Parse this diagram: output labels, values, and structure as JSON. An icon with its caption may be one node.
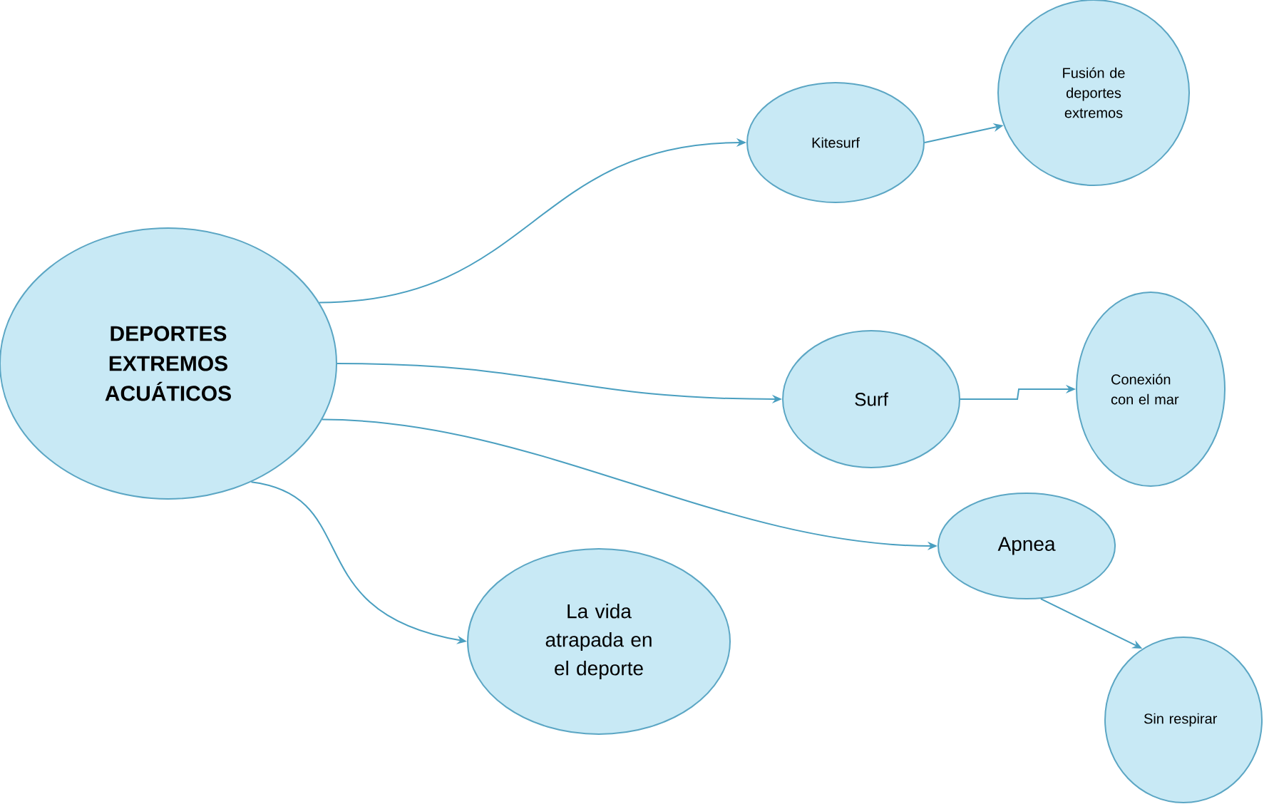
{
  "diagram": {
    "nodes": [
      {
        "text": [
          "DEPORTES EXTREMOS ACUÁTICOS"
        ]
      },
      {
        "text": [
          "Kitesurf"
        ]
      },
      {
        "text": [
          "Fusión de deportes extremos"
        ]
      },
      {
        "text": [
          "Surf"
        ]
      },
      {
        "text": [
          "Conexión con el mar"
        ]
      },
      {
        "text": [
          "Apnea"
        ]
      },
      {
        "text": [
          "La vida atrapada en el deporte"
        ]
      },
      {
        "text": [
          "Sin respirar"
        ]
      }
    ],
    "edges": [
      {
        "from": 0,
        "to": 1,
        "arrow": "to"
      },
      {
        "from": 1,
        "to": 2,
        "arrow": "to"
      },
      {
        "from": 0,
        "to": 3,
        "arrow": "to"
      },
      {
        "from": 3,
        "to": 4,
        "arrow": "to"
      },
      {
        "from": 0,
        "to": 5,
        "arrow": "to"
      },
      {
        "from": 5,
        "to": 7,
        "arrow": "to"
      },
      {
        "from": 0,
        "to": 6,
        "arrow": "to"
      }
    ]
  }
}
